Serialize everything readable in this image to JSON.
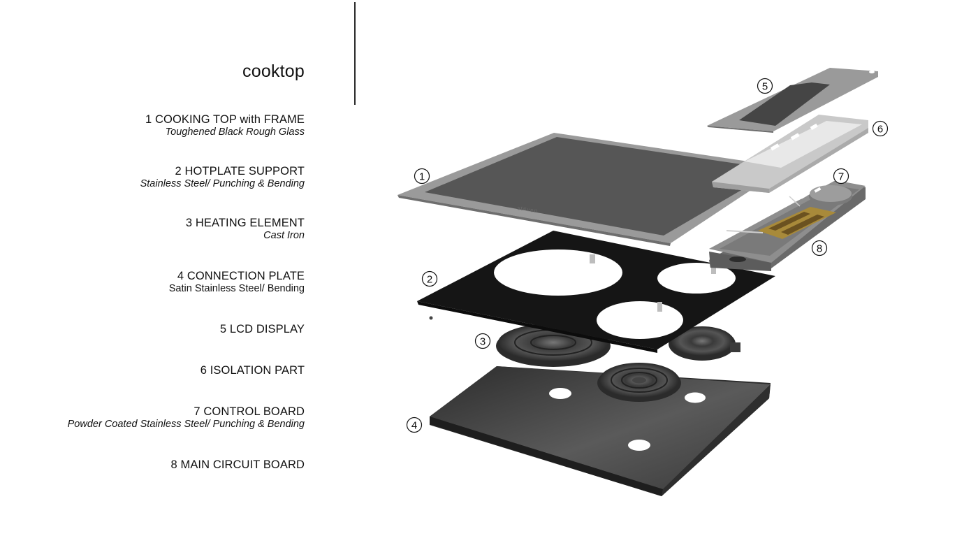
{
  "title": "cooktop",
  "parts": [
    {
      "number": "1",
      "name": "COOKING TOP with FRAME",
      "material": "Toughened Black Rough Glass",
      "material_italic": true
    },
    {
      "number": "2",
      "name": "HOTPLATE SUPPORT",
      "material": "Stainless Steel/ Punching & Bending",
      "material_italic": true
    },
    {
      "number": "3",
      "name": "HEATING ELEMENT",
      "material": "Cast Iron",
      "material_italic": true
    },
    {
      "number": "4",
      "name": "CONNECTION PLATE",
      "material": "Satin Stainless Steel/ Bending",
      "material_italic": false
    },
    {
      "number": "5",
      "name": "LCD DISPLAY",
      "material": "",
      "material_italic": false
    },
    {
      "number": "6",
      "name": "ISOLATION PART",
      "material": "",
      "material_italic": false
    },
    {
      "number": "7",
      "name": "CONTROL BOARD",
      "material": "Powder Coated Stainless Steel/ Punching & Bending",
      "material_italic": true
    },
    {
      "number": "8",
      "name": "MAIN CIRCUIT BOARD",
      "material": "",
      "material_italic": false
    }
  ],
  "callouts": [
    "1",
    "2",
    "3",
    "4",
    "5",
    "6",
    "7",
    "8"
  ],
  "brand_mark": "st≡ven",
  "colors": {
    "glass": "#5a5a5a",
    "frame": "#9a9a9a",
    "support": "#151515",
    "base": "#3c3c3c",
    "isolation": "#c4c4c4",
    "board": "#a88a3a"
  }
}
